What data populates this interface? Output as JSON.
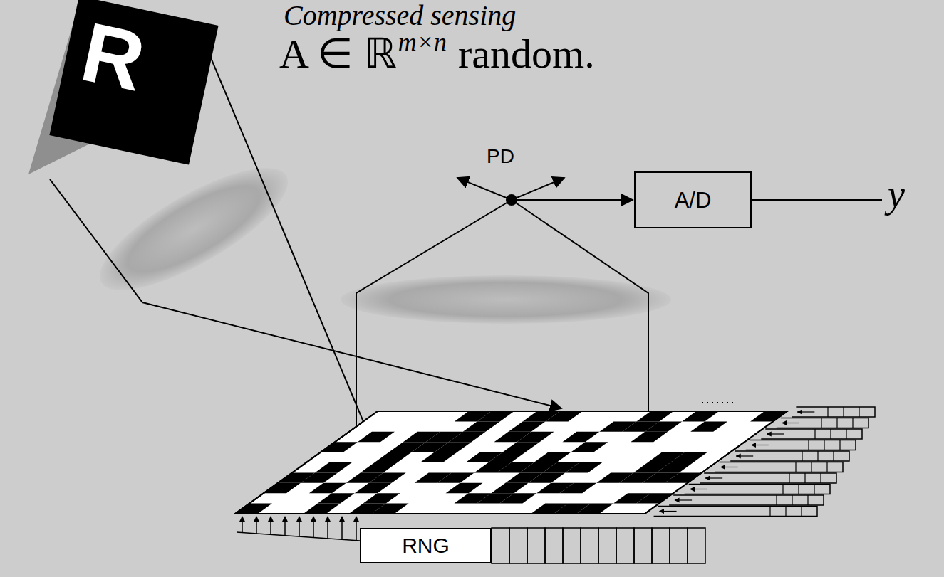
{
  "diagram": {
    "nodes": [
      {
        "text": [
          "R"
        ]
      },
      {
        "text": [
          "A/D"
        ]
      },
      {
        "text": [
          "RNG"
        ]
      }
    ],
    "labels": [
      "Compressed sensing",
      "A ∈ ℝ",
      "m×n",
      "random.",
      "PD",
      "y"
    ]
  }
}
